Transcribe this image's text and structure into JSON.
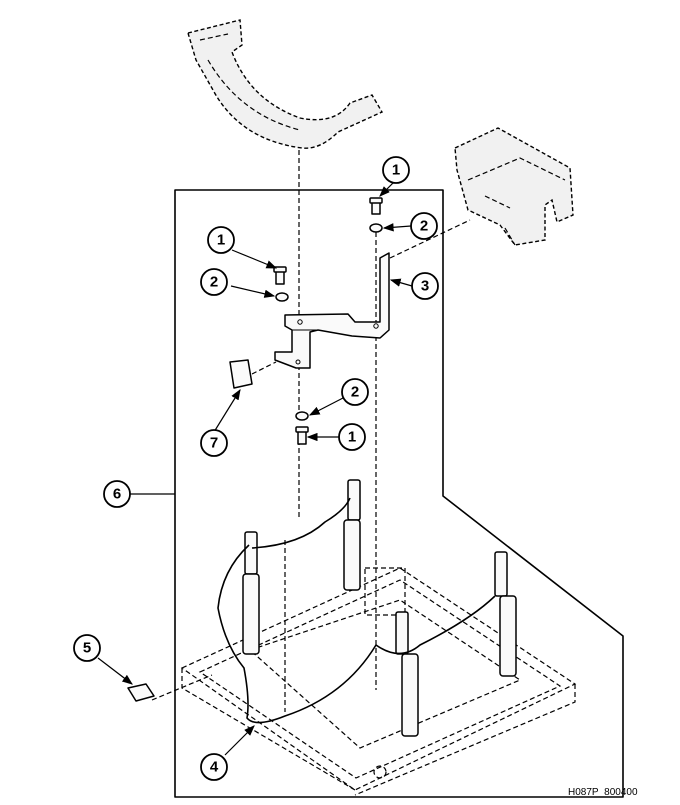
{
  "callouts": [
    {
      "id": "c1a",
      "label": "1"
    },
    {
      "id": "c2a",
      "label": "2"
    },
    {
      "id": "c3",
      "label": "3"
    },
    {
      "id": "c1b",
      "label": "1"
    },
    {
      "id": "c2b",
      "label": "2"
    },
    {
      "id": "c7",
      "label": "7"
    },
    {
      "id": "c2c",
      "label": "2"
    },
    {
      "id": "c1c",
      "label": "1"
    },
    {
      "id": "c6",
      "label": "6"
    },
    {
      "id": "c5",
      "label": "5"
    },
    {
      "id": "c4",
      "label": "4"
    }
  ],
  "drawing_code": "H087P_800400"
}
